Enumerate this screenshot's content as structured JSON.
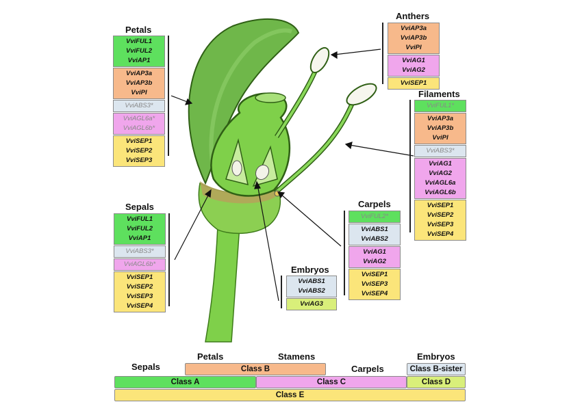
{
  "colors": {
    "classA": "#5ee05e",
    "classB": "#f7b98b",
    "classC": "#f0a6ec",
    "classD": "#d9ef7a",
    "classE": "#fbe57a",
    "bsister": "#dce6ef"
  },
  "panels": {
    "petals": {
      "title": "Petals",
      "groups": [
        {
          "cls": "classA",
          "genes": [
            "VviFUL1",
            "VviFUL2",
            "VviAP1"
          ]
        },
        {
          "cls": "classB",
          "genes": [
            "VviAP3a",
            "VviAP3b",
            "VviPI"
          ]
        },
        {
          "cls": "bsister",
          "genes": [
            "VviABS3*"
          ],
          "dim": true
        },
        {
          "cls": "classC",
          "genes": [
            "VviAGL6a*",
            "VviAGL6b*"
          ],
          "dim": true
        },
        {
          "cls": "classE",
          "genes": [
            "VviSEP1",
            "VviSEP2",
            "VviSEP3"
          ]
        }
      ]
    },
    "anthers": {
      "title": "Anthers",
      "groups": [
        {
          "cls": "classB",
          "genes": [
            "VviAP3a",
            "VviAP3b",
            "VviPI"
          ]
        },
        {
          "cls": "classC",
          "genes": [
            "VviAG1",
            "VviAG2"
          ]
        },
        {
          "cls": "classE",
          "genes": [
            "VviSEP1"
          ]
        }
      ]
    },
    "filaments": {
      "title": "Filaments",
      "groups": [
        {
          "cls": "classA",
          "genes": [
            "VviFUL1*"
          ],
          "dim": true
        },
        {
          "cls": "classB",
          "genes": [
            "VviAP3a",
            "VviAP3b",
            "VviPI"
          ]
        },
        {
          "cls": "bsister",
          "genes": [
            "VviABS3*"
          ],
          "dim": true
        },
        {
          "cls": "classC",
          "genes": [
            "VviAG1",
            "VviAG2",
            "VviAGL6a",
            "VviAGL6b"
          ]
        },
        {
          "cls": "classE",
          "genes": [
            "VviSEP1",
            "VviSEP2",
            "VviSEP3",
            "VviSEP4"
          ]
        }
      ]
    },
    "sepals": {
      "title": "Sepals",
      "groups": [
        {
          "cls": "classA",
          "genes": [
            "VviFUL1",
            "VviFUL2",
            "VviAP1"
          ]
        },
        {
          "cls": "bsister",
          "genes": [
            "VviABS3*"
          ],
          "dim": true
        },
        {
          "cls": "classC",
          "genes": [
            "VviAGL6b*"
          ],
          "dim": true
        },
        {
          "cls": "classE",
          "genes": [
            "VviSEP1",
            "VviSEP2",
            "VviSEP3",
            "VviSEP4"
          ]
        }
      ]
    },
    "carpels": {
      "title": "Carpels",
      "groups": [
        {
          "cls": "classA",
          "genes": [
            "VviFUL2*"
          ],
          "dim": true
        },
        {
          "cls": "bsister",
          "genes": [
            "VviABS1",
            "VviABS2"
          ]
        },
        {
          "cls": "classC",
          "genes": [
            "VviAG1",
            "VviAG2"
          ]
        },
        {
          "cls": "classE",
          "genes": [
            "VviSEP1",
            "VviSEP3",
            "VviSEP4"
          ]
        }
      ]
    },
    "embryos": {
      "title": "Embryos",
      "groups": [
        {
          "cls": "bsister",
          "genes": [
            "VviABS1",
            "VviABS2"
          ]
        },
        {
          "cls": "classD",
          "genes": [
            "VviAG3"
          ]
        }
      ]
    }
  },
  "model": {
    "organs": {
      "sepals": "Sepals",
      "petals": "Petals",
      "stamens": "Stamens",
      "carpels": "Carpels",
      "embryos": "Embryos"
    },
    "classes": {
      "b": "Class B",
      "bsister": "Class B-sister",
      "a": "Class A",
      "c": "Class C",
      "d": "Class D",
      "e": "Class E"
    }
  }
}
